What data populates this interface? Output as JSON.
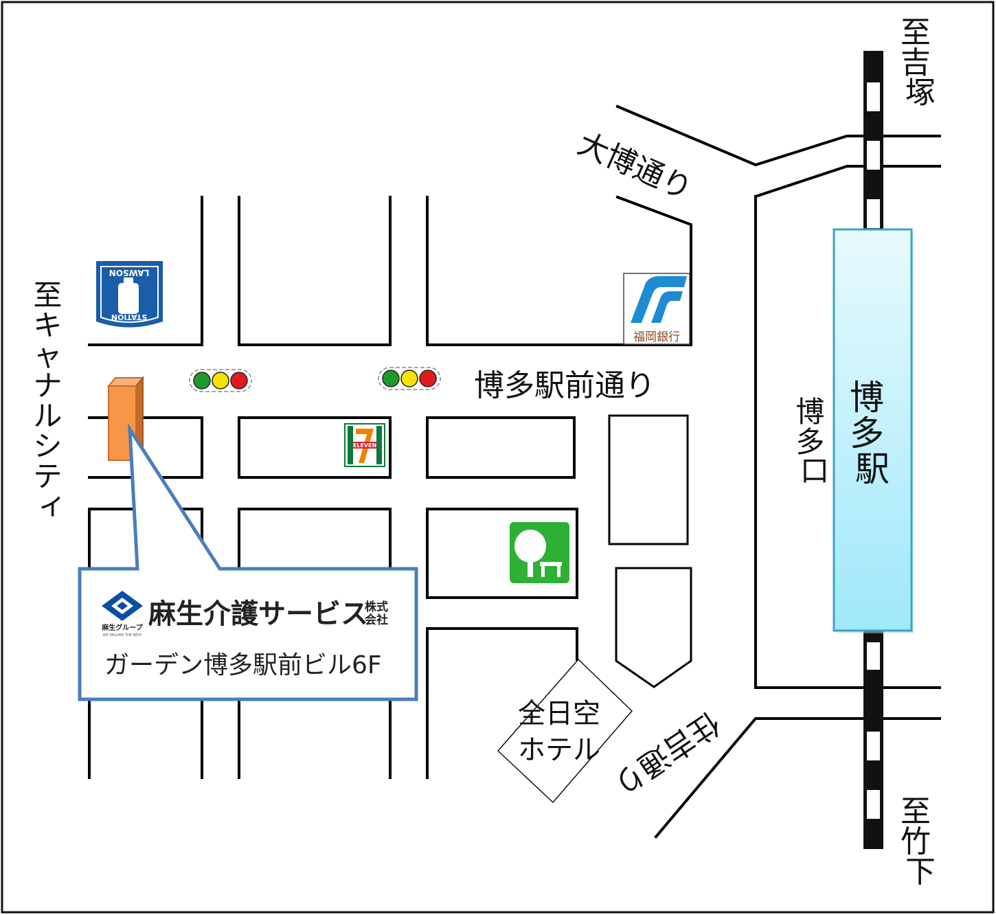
{
  "labels": {
    "to_yoshizuka": "至吉塚",
    "to_takeshita": "至竹下",
    "to_canal_city": "至キャナルシティ",
    "taihaku_dori": "大博通り",
    "sumiyoshi_dori": "住吉通り",
    "hakata_ekimae_dori": "博多駅前通り",
    "hakata_exit": "博多口",
    "hakata_station": "博多駅",
    "ana_hotel_line1": "全日空",
    "ana_hotel_line2": "ホテル"
  },
  "landmarks": {
    "lawson": {
      "top": "LAWSON",
      "bottom": "STATION"
    },
    "fukuoka_bank": "福岡銀行",
    "seven_eleven": {
      "number": "7",
      "text": "ELEVEN"
    }
  },
  "callout": {
    "company_name": "麻生介護サービス",
    "company_suffix_line1": "株式",
    "company_suffix_line2": "会社",
    "group_name": "麻生グループ",
    "group_tagline": "WE DELIVER THE BEST",
    "address": "ガーデン博多駅前ビル6F"
  },
  "colors": {
    "station_fill_top": "#E8FAFE",
    "station_fill_bottom": "#9FE8FA",
    "station_border": "#3AA6BC",
    "callout_border": "#4A7EBB",
    "building_front": "#F79646",
    "building_side": "#C46B2A",
    "park_green": "#2DB034",
    "signal_green": "#1E9A2C",
    "signal_yellow": "#F5E400",
    "signal_red": "#E11B1B",
    "lawson_blue": "#1A5DA8",
    "fukuoka_bank_blue": "#1E8BD2",
    "seven_green": "#0B7A3B",
    "seven_orange": "#F08300",
    "seven_red": "#D5212E",
    "company_logo_blue": "#0B4EA2"
  },
  "icons": [
    "traffic-signal-icon",
    "lawson-logo-icon",
    "fukuoka-bank-logo-icon",
    "seven-eleven-logo-icon",
    "park-icon",
    "company-logo-icon",
    "building-marker-icon"
  ]
}
